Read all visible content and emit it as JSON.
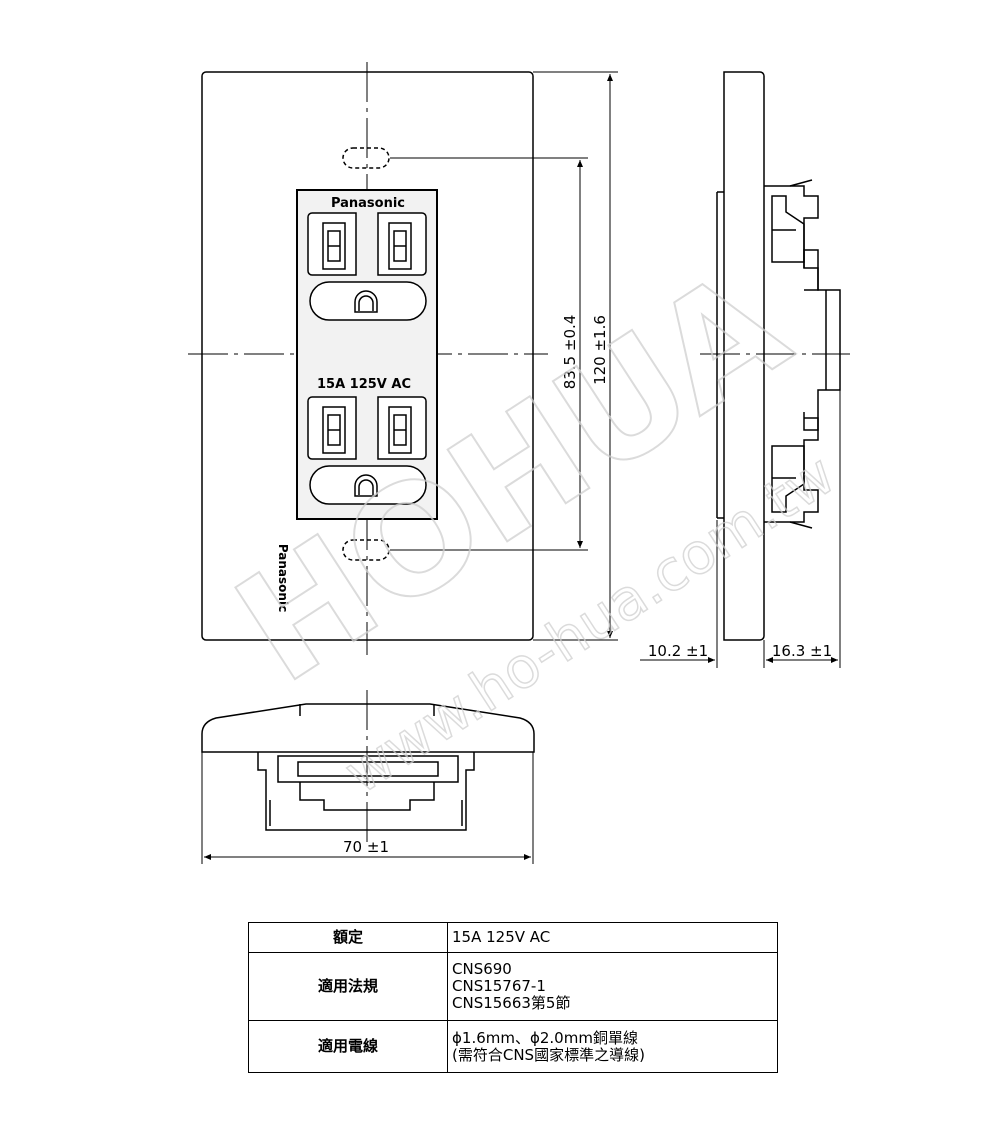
{
  "drawing": {
    "brand_on_face": "Panasonic",
    "brand_on_plate": "Panasonic",
    "rating_on_face": "15A 125V AC",
    "dimensions": {
      "screw_pitch": "83.5 ±0.4",
      "height": "120 ±1.6",
      "width": "70 ±1",
      "depth_front": "10.2 ±1",
      "depth_back": "16.3 ±1"
    },
    "watermark": {
      "main": "HOHUA",
      "url": "www.ho-hua.com.tw"
    }
  },
  "spec_table": {
    "rows": [
      {
        "label": "額定",
        "values": [
          "15A 125V AC"
        ]
      },
      {
        "label": "適用法規",
        "values": [
          "CNS690",
          "CNS15767-1",
          "CNS15663第5節"
        ]
      },
      {
        "label": "適用電線",
        "values": [
          "ϕ1.6mm、ϕ2.0mm銅單線",
          "(需符合CNS國家標準之導線)"
        ]
      }
    ]
  },
  "colors": {
    "line": "#000000",
    "face": "#ffffff",
    "watermark": "#d9d9d9"
  }
}
